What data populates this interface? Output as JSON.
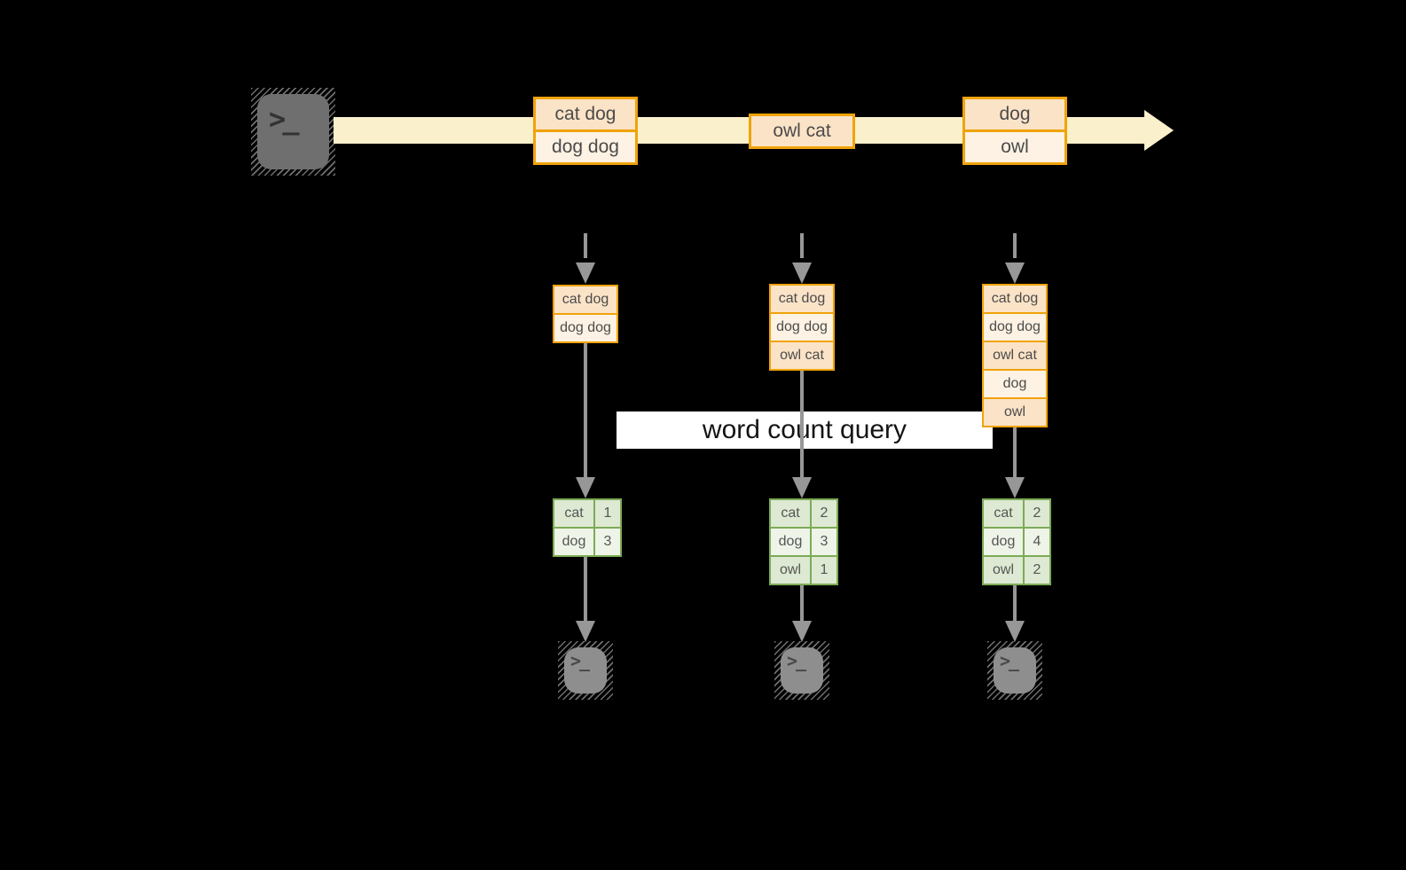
{
  "colors": {
    "background": "#000000",
    "stream_fill": "#faf0cb",
    "event_border": "#f0a30a",
    "event_fill_a": "#fbe3c7",
    "event_fill_b": "#fdf2e3",
    "table_border": "#7cab56",
    "table_fill_a": "#dde9d2",
    "table_fill_b": "#eef4e8",
    "arrow_gray": "#979797",
    "query_band_bg": "#ffffff",
    "terminal_dark": "#6f6f6f",
    "terminal_light": "#8e8e8e",
    "text_dark": "#4b4b4b",
    "text_black": "#141414"
  },
  "query_label": "word count query",
  "source_terminal": {
    "icon": "terminal-icon",
    "glyph": ">_"
  },
  "stream": {
    "events": [
      {
        "lines": [
          "cat dog",
          "dog dog"
        ]
      },
      {
        "lines": [
          "owl cat"
        ]
      },
      {
        "lines": [
          "dog",
          "owl"
        ]
      }
    ]
  },
  "snapshots": [
    {
      "buffer": [
        "cat dog",
        "dog dog"
      ],
      "counts": [
        {
          "word": "cat",
          "value": "1"
        },
        {
          "word": "dog",
          "value": "3"
        }
      ]
    },
    {
      "buffer": [
        "cat dog",
        "dog dog",
        "owl cat"
      ],
      "counts": [
        {
          "word": "cat",
          "value": "2"
        },
        {
          "word": "dog",
          "value": "3"
        },
        {
          "word": "owl",
          "value": "1"
        }
      ]
    },
    {
      "buffer": [
        "cat dog",
        "dog dog",
        "owl cat",
        "dog",
        "owl"
      ],
      "counts": [
        {
          "word": "cat",
          "value": "2"
        },
        {
          "word": "dog",
          "value": "4"
        },
        {
          "word": "owl",
          "value": "2"
        }
      ]
    }
  ],
  "output_terminals": [
    {
      "glyph": ">_"
    },
    {
      "glyph": ">_"
    },
    {
      "glyph": ">_"
    }
  ]
}
